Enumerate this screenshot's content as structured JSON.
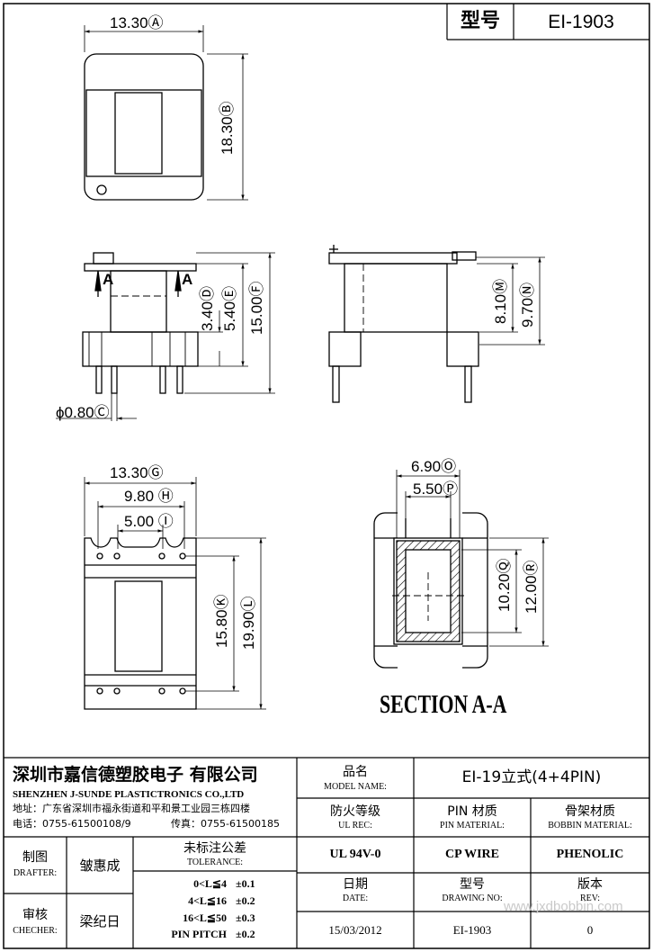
{
  "header": {
    "type_label": "型号",
    "type_value": "EI-1903"
  },
  "dims": {
    "a": "13.30Ⓐ",
    "b": "18.30Ⓑ",
    "d": "3.40Ⓓ",
    "e": "5.40Ⓔ",
    "f": "15.00Ⓕ",
    "m": "8.10Ⓜ",
    "n": "9.70Ⓝ",
    "c": "ϕ0.80Ⓒ",
    "g": "13.30Ⓖ",
    "h": "9.80 Ⓗ",
    "i": "5.00 Ⓘ",
    "k": "15.80Ⓚ",
    "l": "19.90Ⓛ",
    "o": "6.90Ⓞ",
    "p": "5.50Ⓟ",
    "q": "10.20Ⓠ",
    "r": "12.00Ⓡ"
  },
  "section_mark": "A",
  "section_title": "SECTION A-A",
  "title_block": {
    "company_cn": "深圳市嘉信德塑胶电子 有限公司",
    "company_en": "SHENZHEN J-SUNDE PLASTICTRONICS CO.,LTD",
    "address": "地址：广东省深圳市福永街道和平和景工业园三栋四楼",
    "phone": "电话：0755-61500108/9",
    "fax": "传真：0755-61500185",
    "model_name_cn": "品名",
    "model_name_en": "MODEL NAME:",
    "model_name_value": "EI-19立式(4+4PIN)",
    "ul_cn": "防火等级",
    "ul_en": "UL REC:",
    "ul_value": "UL 94V-0",
    "pin_cn": "PIN 材质",
    "pin_en": "PIN MATERIAL:",
    "pin_value": "CP WIRE",
    "bobbin_cn": "骨架材质",
    "bobbin_en": "BOBBIN MATERIAL:",
    "bobbin_value": "PHENOLIC",
    "drafter_cn": "制图",
    "drafter_en": "DRAFTER:",
    "drafter_value": "皱惠成",
    "checker_cn": "审核",
    "checker_en": "CHECHER:",
    "checker_value": "梁纪日",
    "tol_cn": "未标注公差",
    "tol_en": "TOLERANCE:",
    "tolerances": [
      {
        "range": "0<L≦4",
        "value": "±0.1"
      },
      {
        "range": "4<L≦16",
        "value": "±0.2"
      },
      {
        "range": "16<L≦50",
        "value": "±0.3"
      },
      {
        "range": "PIN PITCH",
        "value": "±0.2"
      }
    ],
    "date_cn": "日期",
    "date_en": "DATE:",
    "date_value": "15/03/2012",
    "drawing_cn": "型号",
    "drawing_en": "DRAWING NO:",
    "drawing_value": "EI-1903",
    "rev_cn": "版本",
    "rev_en": "REV:",
    "rev_value": "0"
  },
  "watermark": "www.jxdbobbin.com"
}
